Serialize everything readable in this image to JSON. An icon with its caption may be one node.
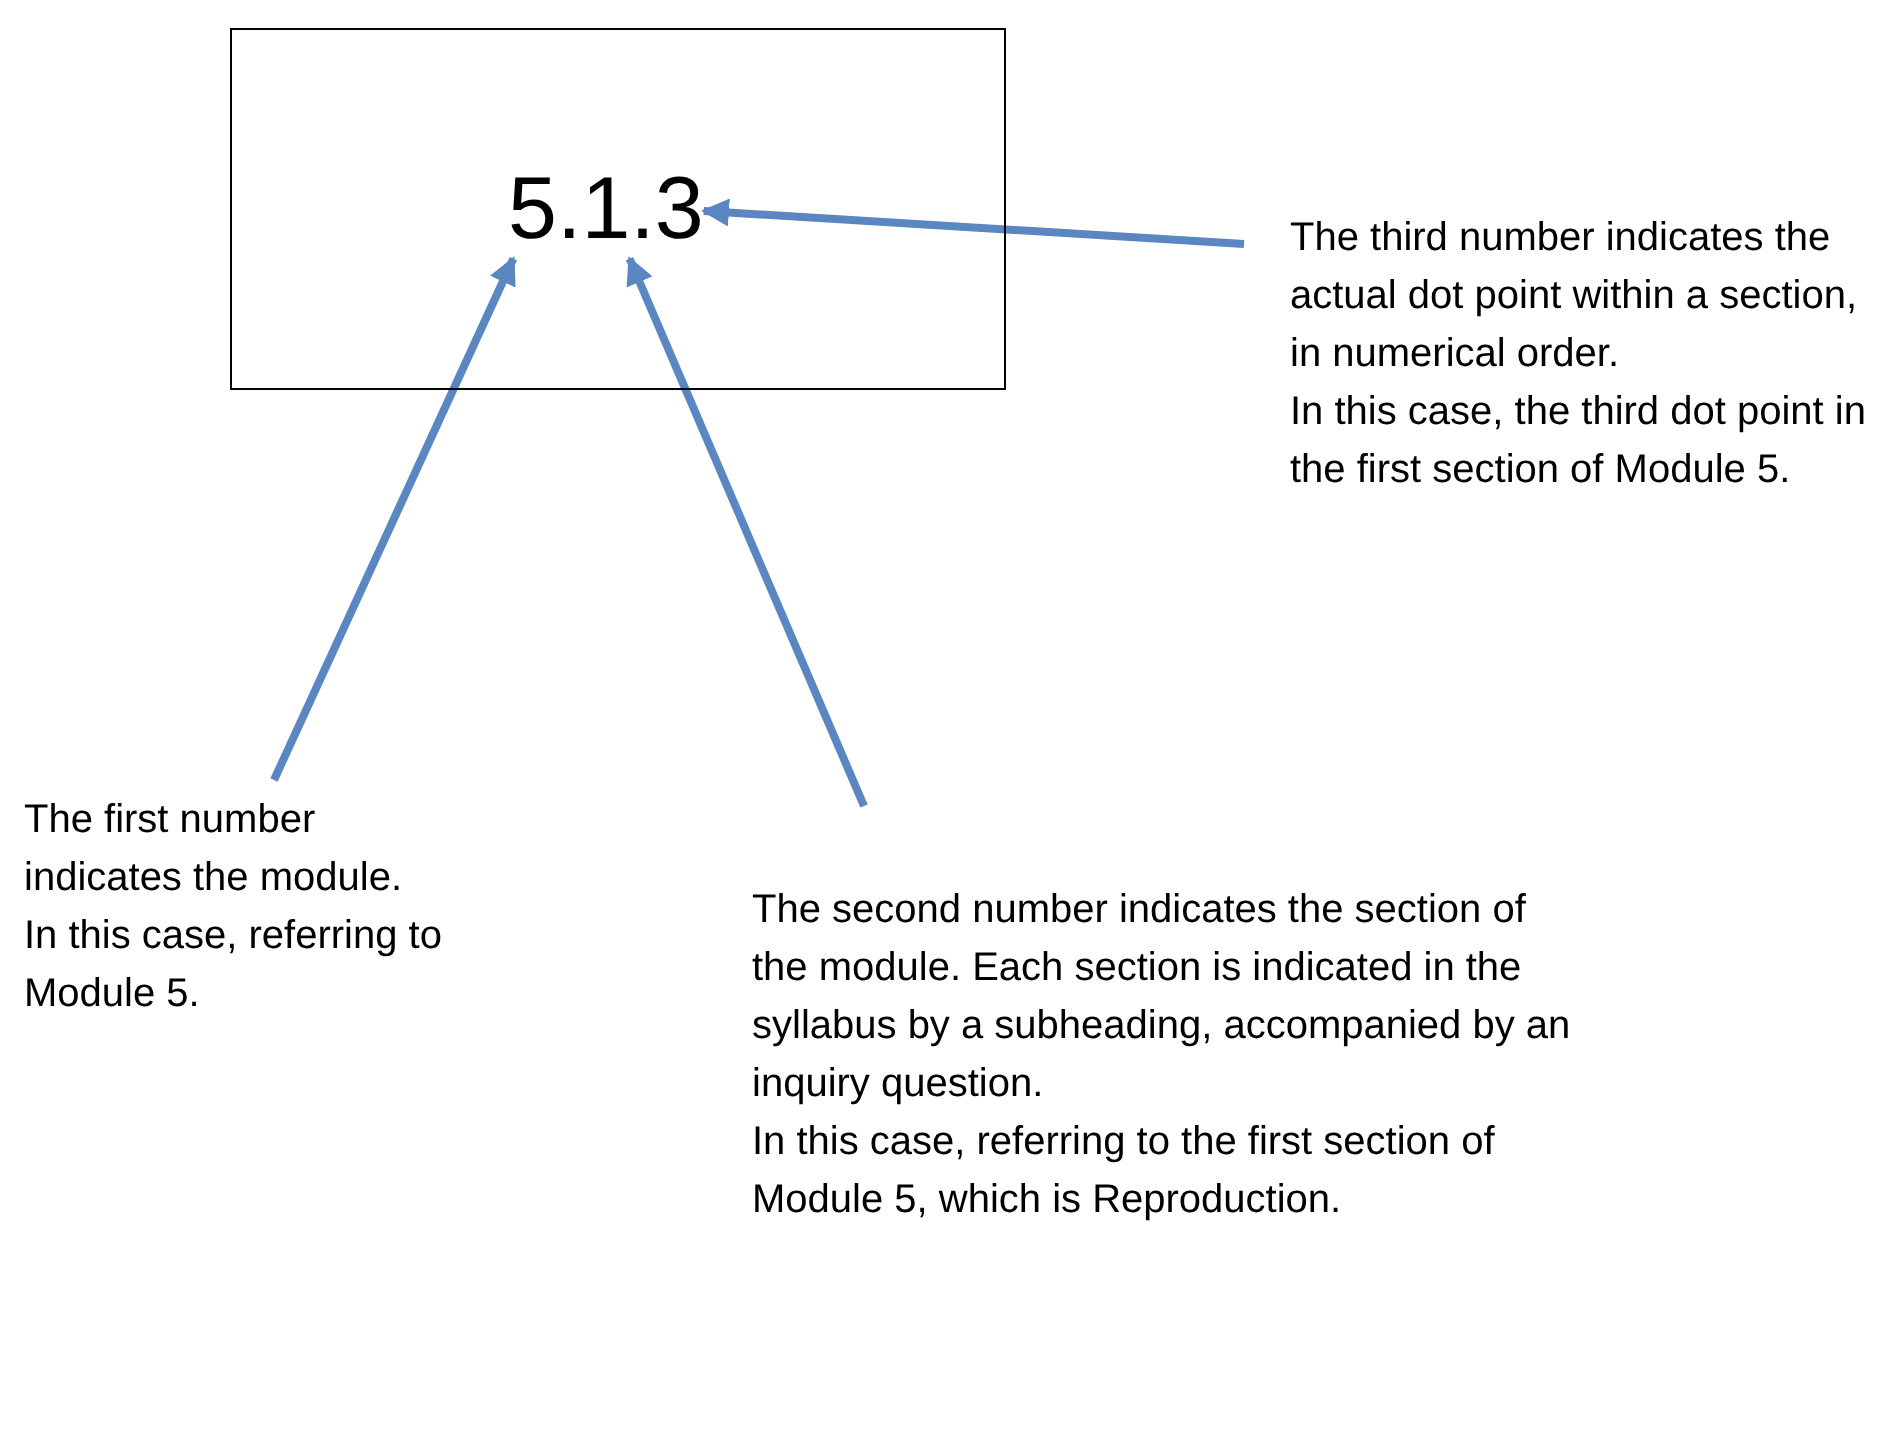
{
  "diagram": {
    "nodes": [
      {
        "text": [],
        "shape": "box"
      },
      {
        "text": [
          "5.1.3"
        ],
        "in": 0
      },
      {
        "text": [
          "The third number indicates the actual dot point within a section, in numerical order.",
          "In this case, the third dot point in the first section of Module 5."
        ]
      },
      {
        "text": [
          "The first number indicates the module.",
          "In this case, referring to Module 5."
        ]
      },
      {
        "text": [
          "The second number indicates the section of the module. Each section is indicated in the syllabus by a subheading, accompanied by an inquiry question.",
          "In this case, referring to the first section of Module 5, which is Reproduction."
        ]
      }
    ],
    "edges": [
      {
        "from": 3,
        "to": 1,
        "arrow": "to"
      },
      {
        "from": 4,
        "to": 1,
        "arrow": "to"
      },
      {
        "from": 2,
        "to": 1,
        "arrow": "to"
      }
    ]
  }
}
